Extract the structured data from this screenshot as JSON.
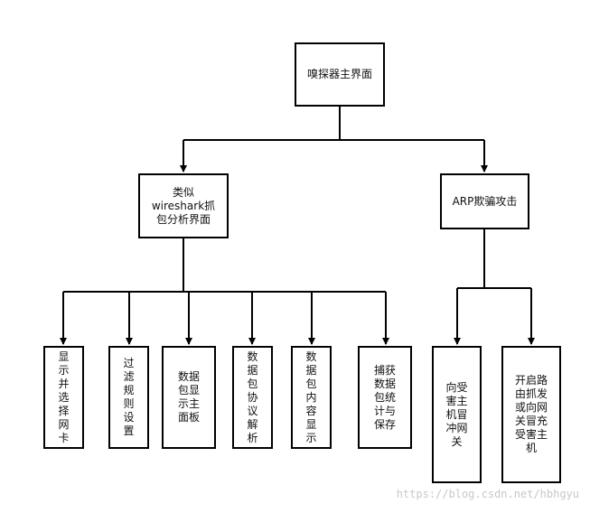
{
  "diagram": {
    "root": {
      "text": "嗅探器主界面"
    },
    "branch_left": {
      "text": "类似\nwireshark抓\n包分析界面"
    },
    "branch_right": {
      "text": "ARP欺骗攻击"
    },
    "leaves": [
      {
        "text": "显\n示\n并\n选\n择\n网\n卡"
      },
      {
        "text": "过\n滤\n规\n则\n设\n置"
      },
      {
        "text": "数据\n包显\n示主\n面板"
      },
      {
        "text": "数\n据\n包\n协\n议\n解\n析"
      },
      {
        "text": "数\n据\n包\n内\n容\n显\n示"
      },
      {
        "text": "捕获\n数据\n包统\n计与\n保存"
      },
      {
        "text": "向受\n害主\n机冒\n冲网\n关"
      },
      {
        "text": "开启路\n由抓发\n或向网\n关冒充\n受害主\n机"
      }
    ]
  },
  "watermark": "https://blog.csdn.net/hbhgyu"
}
